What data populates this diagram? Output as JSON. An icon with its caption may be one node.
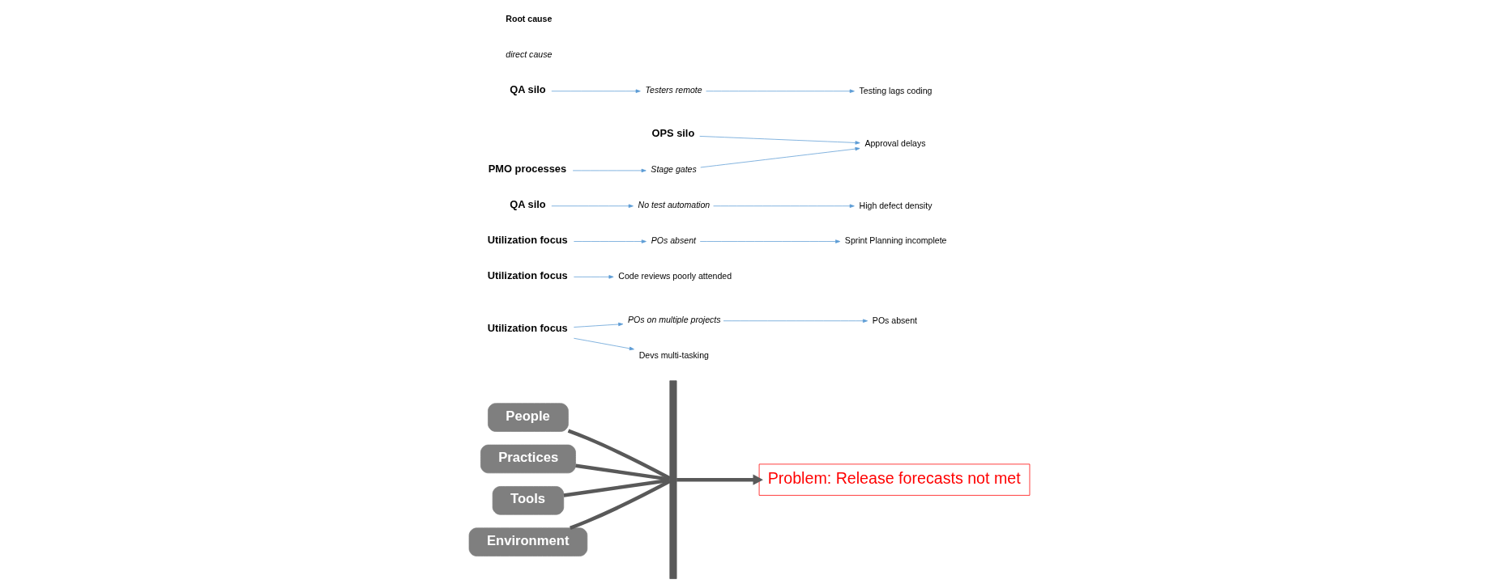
{
  "diagram": {
    "nodes": [
      {
        "text": [
          "People"
        ]
      },
      {
        "text": [
          "Practices"
        ]
      },
      {
        "text": [
          "POs absent"
        ]
      },
      {
        "text": [
          "Code reviews poorly attended"
        ]
      },
      {
        "text": [
          "Sprint Planning incomplete"
        ]
      },
      {
        "text": [
          "POs on multiple projects"
        ]
      },
      {
        "text": [
          "POs absent"
        ]
      },
      {
        "text": [
          "Utilization focus"
        ]
      },
      {
        "text": [
          "Devs multi-tasking"
        ]
      },
      {
        "text": [
          "Utilization focus"
        ]
      },
      {
        "text": [
          "Utilization focus"
        ]
      },
      {
        "text": [],
        "shape": "bar"
      },
      {
        "text": [
          "Problem: Release forecasts not met"
        ]
      },
      {
        "text": [
          "High defect density"
        ]
      },
      {
        "text": [
          "Approval delays"
        ]
      },
      {
        "text": [
          "OPS silo"
        ]
      },
      {
        "text": [
          "No test automation"
        ]
      },
      {
        "text": [
          "Testing lags coding"
        ]
      },
      {
        "text": [
          "QA silo"
        ]
      },
      {
        "text": [
          "Stage gates"
        ]
      },
      {
        "text": [
          "Testers remote"
        ]
      },
      {
        "text": [
          "QA silo"
        ]
      },
      {
        "text": [
          "Tools"
        ]
      },
      {
        "text": [
          "PMO processes"
        ]
      },
      {
        "text": [
          "Environment"
        ]
      }
    ],
    "edges": [
      {
        "from": 7,
        "to": 5,
        "arrow": "to"
      },
      {
        "from": 7,
        "to": 8,
        "arrow": "to"
      },
      {
        "from": 5,
        "to": 2,
        "arrow": "to"
      },
      {
        "from": 9,
        "to": 3,
        "arrow": "to"
      },
      {
        "from": 6,
        "to": 4,
        "arrow": "to"
      },
      {
        "from": 10,
        "to": 6,
        "arrow": "to"
      },
      {
        "from": 15,
        "to": 14,
        "arrow": "to"
      },
      {
        "from": 16,
        "to": 13,
        "arrow": "to"
      },
      {
        "from": 18,
        "to": 16,
        "arrow": "to"
      },
      {
        "from": 19,
        "to": 14,
        "arrow": "to"
      },
      {
        "from": 23,
        "to": 19,
        "arrow": "to"
      },
      {
        "from": 20,
        "to": 17,
        "arrow": "to"
      },
      {
        "from": 21,
        "to": 20,
        "arrow": "to"
      },
      {
        "from": 0,
        "to": 11,
        "arrow": "none",
        "style": "thick",
        "color": "#595959"
      },
      {
        "from": 1,
        "to": 11,
        "arrow": "none",
        "style": "thick",
        "color": "#595959"
      },
      {
        "from": 22,
        "to": 11,
        "arrow": "none",
        "style": "thick",
        "color": "#595959"
      },
      {
        "from": 24,
        "to": 11,
        "arrow": "none",
        "style": "thick",
        "color": "#595959"
      },
      {
        "from": 11,
        "to": 12,
        "arrow": "to",
        "style": "thick",
        "color": "#595959"
      }
    ],
    "labels": [
      "direct cause",
      "Root cause"
    ]
  }
}
